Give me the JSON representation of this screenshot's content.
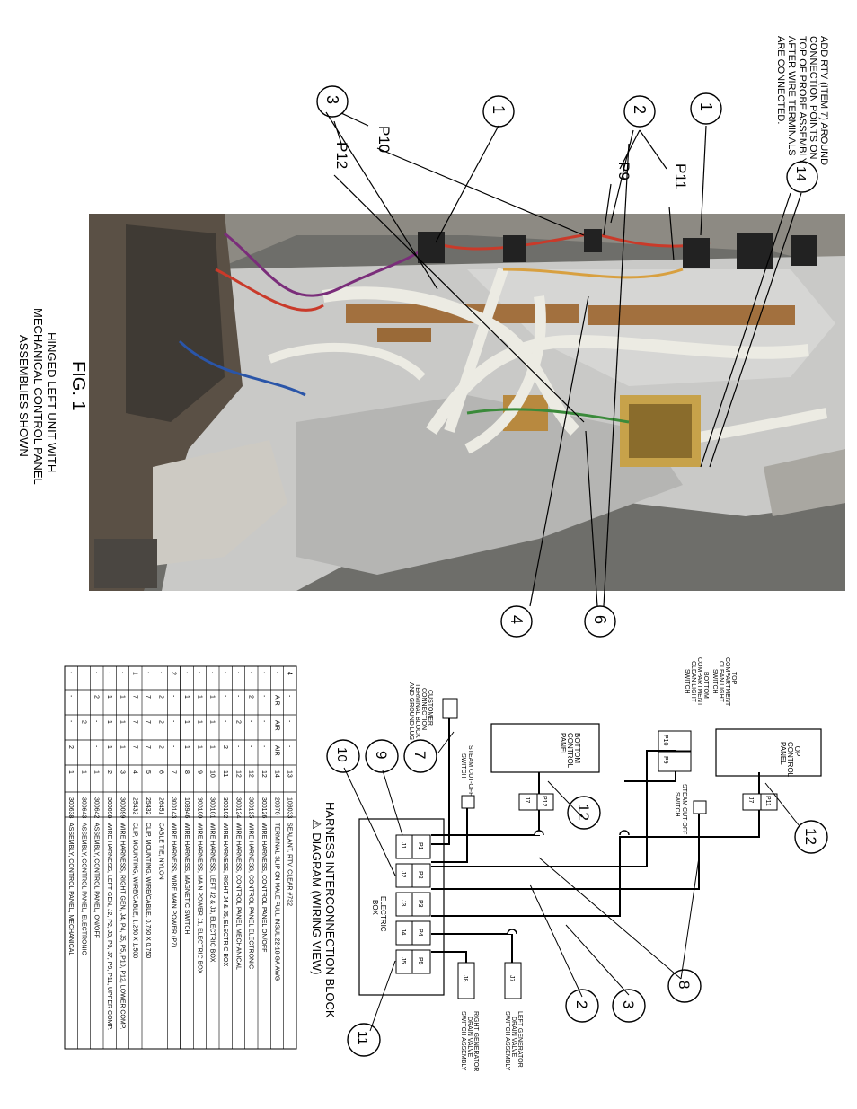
{
  "figure": {
    "fig_label": "FIG. 1",
    "caption": [
      "HINGED LEFT UNIT WITH",
      "MECHANICAL CONTROL PANEL",
      "ASSEMBLIES SHOWN"
    ],
    "note": [
      "ADD RTV (ITEM 7) AROUND",
      "CONNECTION POINTS ON",
      "TOP OF PROBE ASSEMBLY",
      "AFTER WIRE TERMINALS",
      "ARE CONNECTED."
    ],
    "balloons": [
      "1",
      "2",
      "1",
      "3",
      "14",
      "4",
      "6"
    ],
    "connector_labels": [
      "P10",
      "P12",
      "P9",
      "P11"
    ]
  },
  "wiring": {
    "title": [
      "HARNESS INTERCONNECTION BLOCK",
      "⚠ DIAGRAM (WIRING VIEW)"
    ],
    "top_panel": [
      "TOP",
      "CONTROL",
      "PANEL"
    ],
    "bottom_panel": [
      "BOTTOM",
      "CONTROL",
      "PANEL"
    ],
    "electric_box": [
      "ELECTRIC",
      "BOX"
    ],
    "top_clean_switch": [
      "TOP",
      "COMPARTMENT",
      "CLEAN LIGHT",
      "SWITCH"
    ],
    "bottom_clean_switch": [
      "BOTTOM",
      "COMPARTMENT",
      "CLEAN LIGHT",
      "SWITCH"
    ],
    "steam_cutoff": [
      "STEAM CUT-OFF",
      "SWITCH"
    ],
    "customer_conn": [
      "CUSTOMER",
      "CONNECTION",
      "TERMINAL BLOCK",
      "AND GROUND LUG"
    ],
    "left_gen": [
      "LEFT GENERATOR",
      "DRAIN VALVE",
      "SWITCH ASSEMBLY"
    ],
    "right_gen": [
      "RIGHT GENERATOR",
      "DRAIN VALVE",
      "SWITCH ASSEMBLY"
    ],
    "connectors": {
      "top_j": "J7",
      "top_p": "P11",
      "bot_j": "J7",
      "bot_p": "P12",
      "p10": "P10",
      "p9": "P9",
      "box_j": [
        "J1",
        "J2",
        "J3",
        "J4",
        "J5"
      ],
      "box_p": [
        "P1",
        "P2",
        "P3",
        "P4",
        "P5"
      ],
      "j7": "J7",
      "j8": "J8"
    },
    "balloons": [
      "12",
      "12",
      "8",
      "2",
      "3",
      "7",
      "9",
      "10",
      "11"
    ]
  },
  "parts_table": {
    "rows": [
      {
        "cols": [
          "4",
          "-",
          "-",
          "-",
          "13"
        ],
        "part": "103033",
        "desc": "SEALANT, RTV, CLEAR #732"
      },
      {
        "cols": [
          "-",
          "AIR",
          "AIR",
          "AIR",
          "14"
        ],
        "part": "20370",
        "desc": "TERMINAL SLIP ON MALE FULL INSUL 22-18 GA AWG"
      },
      {
        "cols": [
          "-",
          "-",
          "-",
          "-",
          "12"
        ],
        "part": "300126",
        "desc": "WIRE HARNESS, CONTROL PANEL ON/OFF"
      },
      {
        "cols": [
          "-",
          "2",
          "-",
          "-",
          "12"
        ],
        "part": "300125",
        "desc": "WIRE HARNESS, CONTROL PANEL ELECTRONIC"
      },
      {
        "cols": [
          "-",
          "-",
          "2",
          "-",
          "12"
        ],
        "part": "300124",
        "desc": "WIRE HARNESS, CONTROL PANEL MECHANICAL"
      },
      {
        "cols": [
          "-",
          "-",
          "-",
          "2",
          "11"
        ],
        "part": "300102",
        "desc": "WIRE HARNESS, RIGHT J4 & J5, ELECTRIC BOX"
      },
      {
        "cols": [
          "-",
          "1",
          "1",
          "1",
          "10"
        ],
        "part": "300101",
        "desc": "WIRE HARNESS, LEFT J2 & J3, ELECTRIC BOX"
      },
      {
        "cols": [
          "-",
          "1",
          "1",
          "1",
          "9"
        ],
        "part": "300100",
        "desc": "WIRE HARNESS, MAIN POWER J1, ELECTRIC BOX"
      },
      {
        "cols": [
          "-",
          "1",
          "1",
          "1",
          "8"
        ],
        "part": "103946",
        "desc": "WIRE HARNESS, MAGNETIC SWITCH"
      },
      {
        "cols": [
          "2",
          "-",
          "-",
          "-",
          "7"
        ],
        "part": "300143",
        "desc": "WIRE HARNESS, WIRE MAIN POWER (P7)"
      },
      {
        "cols": [
          "-",
          "2",
          "2",
          "2",
          "6"
        ],
        "part": "26451",
        "desc": "CABLE TIE, NYLON"
      },
      {
        "cols": [
          "-",
          "7",
          "7",
          "7",
          "5"
        ],
        "part": "25432",
        "desc": "CLIP, MOUNTING, WIRE/CABLE, 0.750 X 0.750"
      },
      {
        "cols": [
          "1",
          "7",
          "7",
          "7",
          "4"
        ],
        "part": "25432",
        "desc": "CLIP, MOUNTING, WIRE/CABLE, 1.250 X 1.500"
      },
      {
        "cols": [
          "-",
          "1",
          "1",
          "1",
          "3"
        ],
        "part": "300099",
        "desc": "WIRE HARNESS, RIGHT GEN, J4, P4, J5, P5, P10, P12, LOWER COMP."
      },
      {
        "cols": [
          "-",
          "1",
          "1",
          "1",
          "2"
        ],
        "part": "300098",
        "desc": "WIRE HARNESS, LEFT GEN, J2, P2, J3, P3, J7, P9, P11, UPPER COMP."
      },
      {
        "cols": [
          "-",
          "2",
          "-",
          "-",
          "1"
        ],
        "part": "300642",
        "desc": "ASSEMBLY, CONTROL PANEL, ON/OFF"
      },
      {
        "cols": [
          "-",
          "-",
          "2",
          "-",
          "1"
        ],
        "part": "300643",
        "desc": "ASSEMBLY, CONTROL PANEL, ELECTRONIC"
      },
      {
        "cols": [
          "-",
          "-",
          "-",
          "2",
          "1"
        ],
        "part": "300638",
        "desc": "ASSEMBLY, CONTROL PANEL, MECHANICAL"
      }
    ]
  },
  "colors": {
    "photo_bg": "#6e6e6a",
    "insulation": "#c9c9c7",
    "hose": "#ecebe3",
    "pipe": "#a2703e",
    "tray": "#8d8a83",
    "frame": "#5a5045"
  }
}
